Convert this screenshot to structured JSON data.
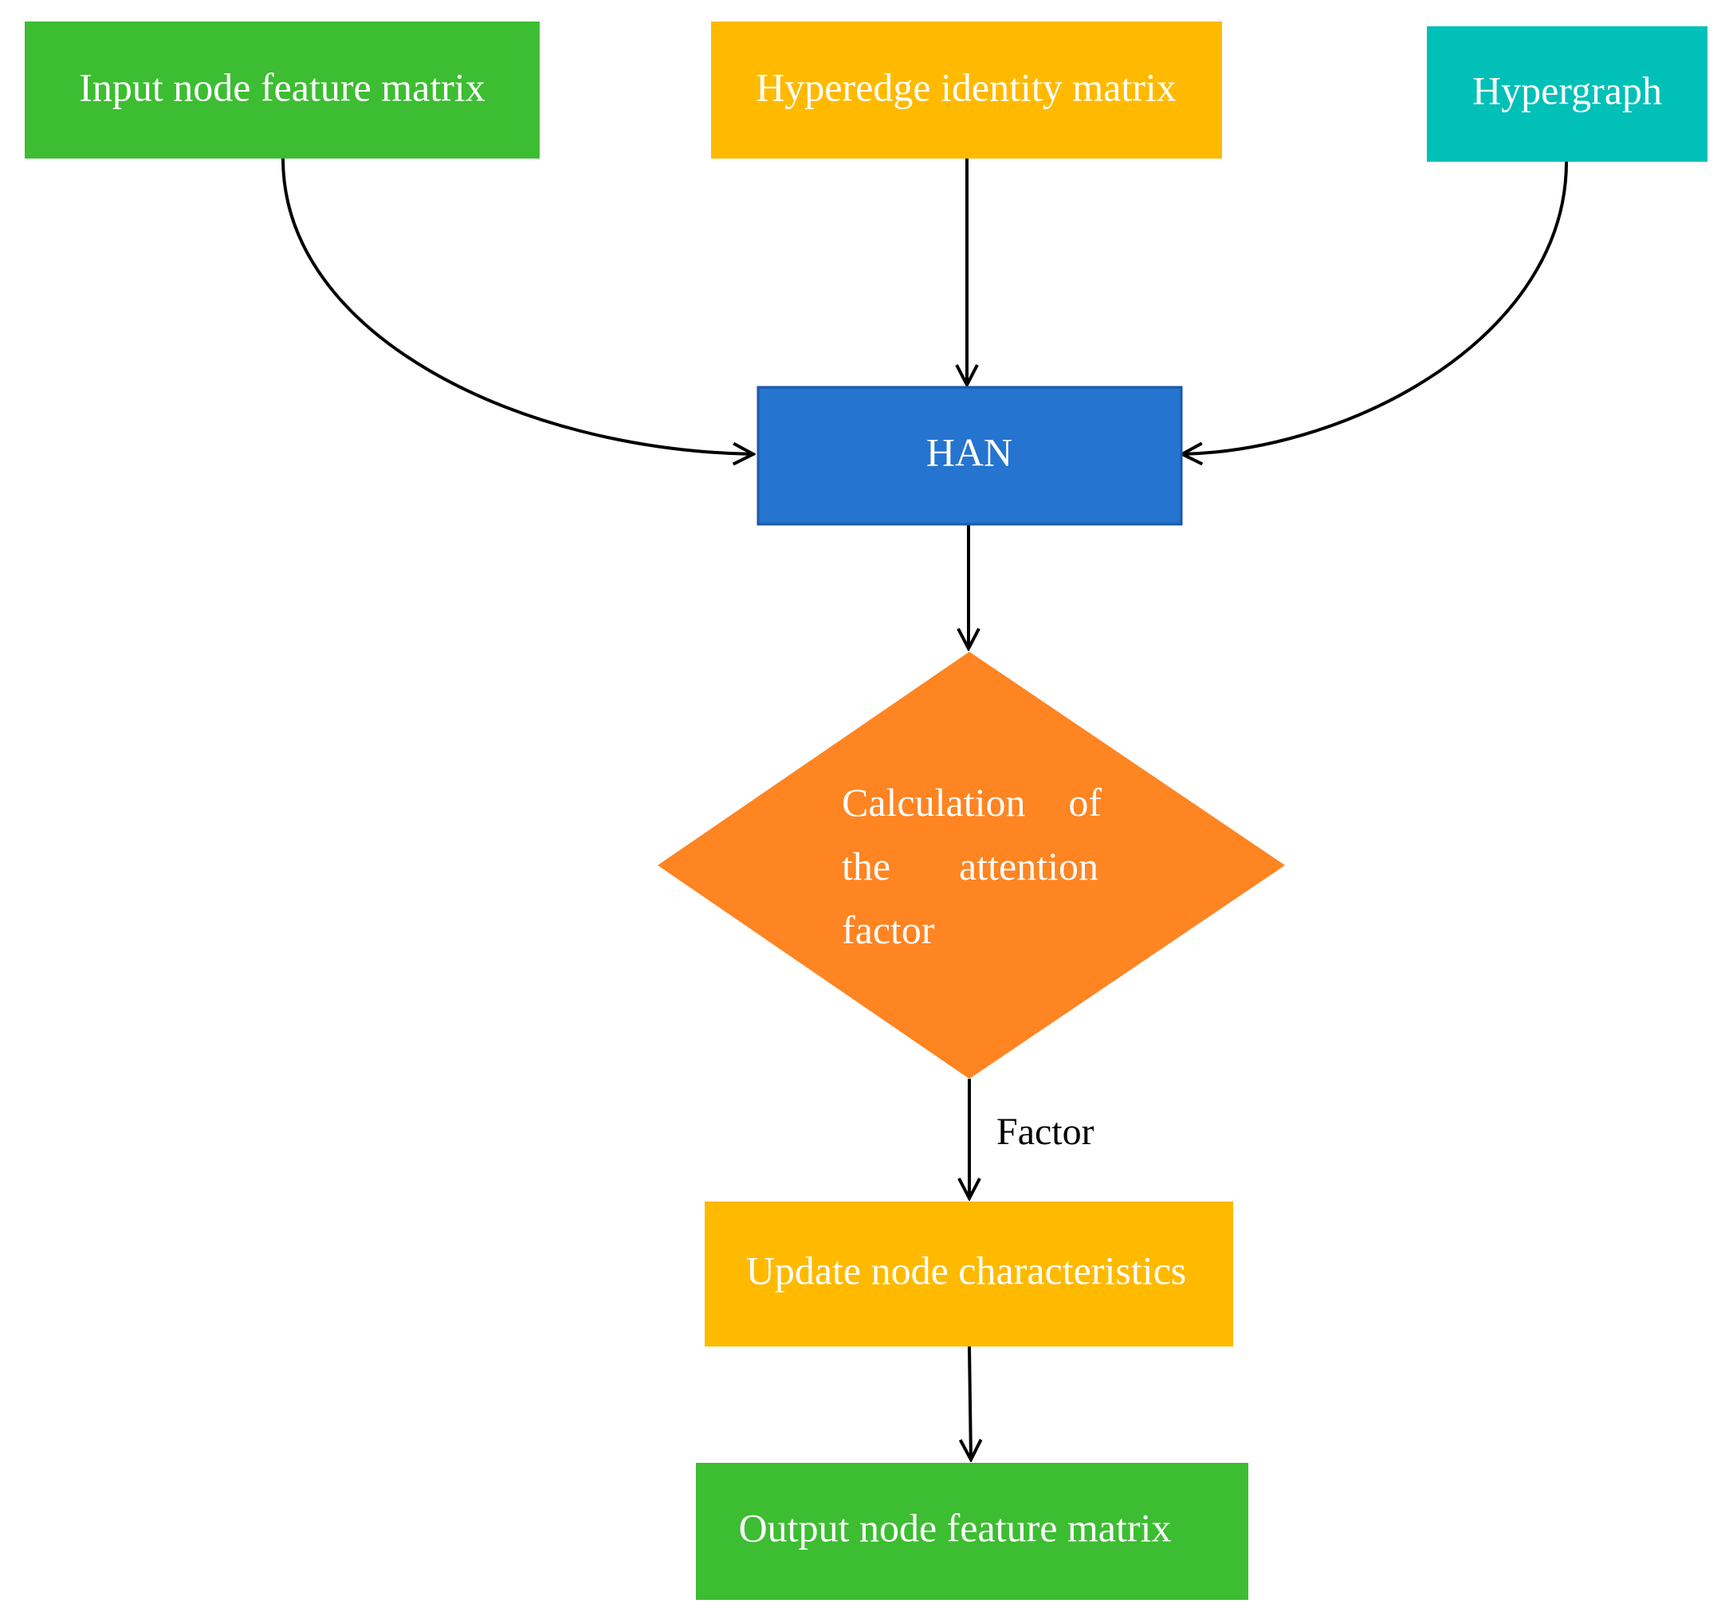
{
  "colors": {
    "green": "#3dbd32",
    "yellow": "#ffba00",
    "teal": "#00c0b8",
    "blue": "#2574cf",
    "blue_border": "#1a5aa8",
    "orange": "#ff8422",
    "arrow": "#000000"
  },
  "nodes": {
    "input_features": {
      "label": "Input node feature matrix"
    },
    "hyperedge_identity": {
      "label": "Hyperedge identity matrix"
    },
    "hypergraph": {
      "label": "Hypergraph"
    },
    "han": {
      "label": "HAN"
    },
    "attention_calc": {
      "line1_a": "Calculation",
      "line1_b": "of",
      "line2_a": "the",
      "line2_b": "attention",
      "line3": "factor"
    },
    "update_nodes": {
      "label": "Update node characteristics"
    },
    "output_features": {
      "label": "Output node feature matrix"
    }
  },
  "edges": {
    "factor_label": "Factor"
  }
}
